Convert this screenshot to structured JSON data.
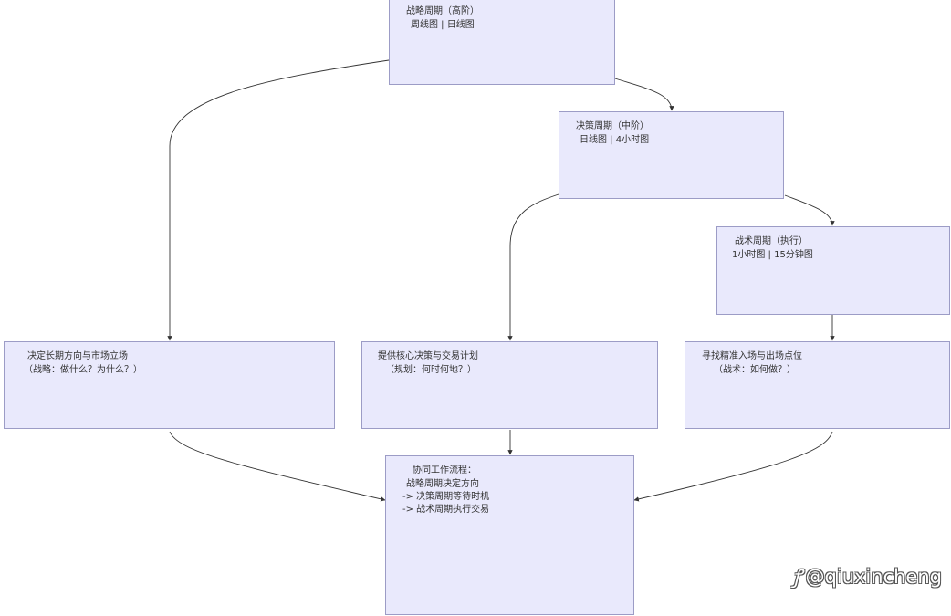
{
  "nodes": {
    "strategy": {
      "lines": [
        "战略周期（高阶）",
        "周线图 | 日线图"
      ]
    },
    "decision": {
      "lines": [
        "决策周期（中阶）",
        "日线图 | 4小时图"
      ]
    },
    "tactical": {
      "lines": [
        "战术周期（执行）",
        "1小时图 | 15分钟图"
      ]
    },
    "direction": {
      "lines": [
        "决定长期方向与市场立场",
        "（战略：做什么？为什么？）"
      ]
    },
    "plan": {
      "lines": [
        "提供核心决策与交易计划",
        "（规划：何时何地？）"
      ]
    },
    "entry": {
      "lines": [
        "寻找精准入场与出场点位",
        "（战术：如何做？）"
      ]
    },
    "workflow": {
      "lines": [
        "协同工作流程：",
        "战略周期决定方向",
        "-> 决策周期等待时机",
        "-> 战术周期执行交易"
      ]
    }
  },
  "watermark": {
    "icon": "weibo-icon",
    "text": "@qiuxincheng"
  }
}
